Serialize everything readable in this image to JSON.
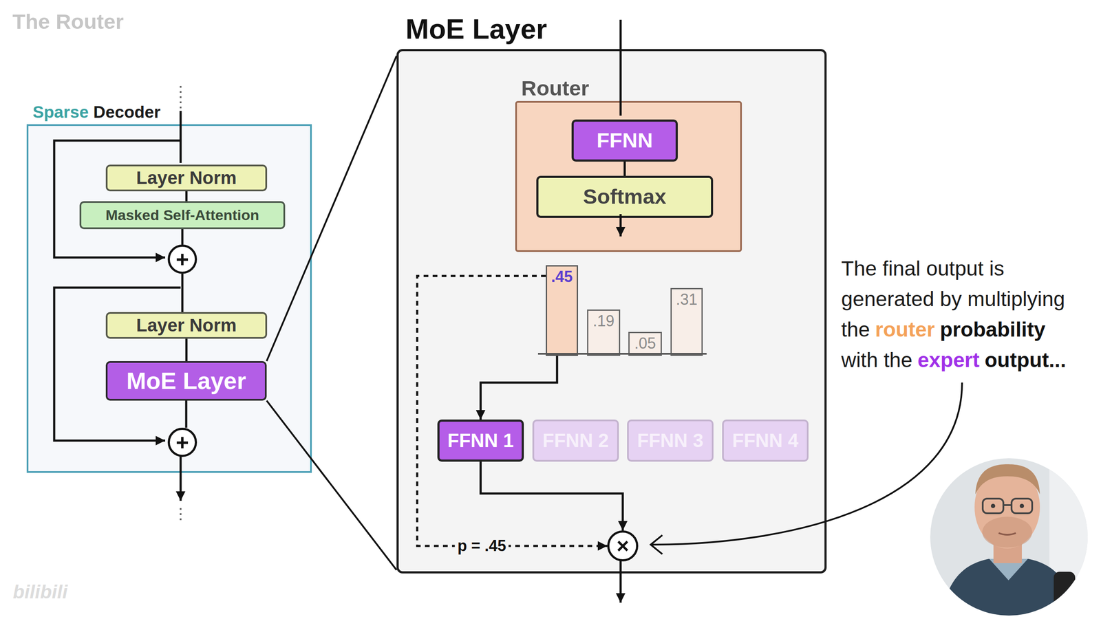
{
  "diagram": {
    "title": "The Router",
    "nodes": [
      {
        "text": [
          "Sparse",
          "Decoder"
        ]
      },
      {
        "text": [
          "Layer Norm"
        ],
        "in": 0
      },
      {
        "text": [
          "Masked Self-Attention"
        ],
        "in": 0
      },
      {
        "text": [
          "+"
        ],
        "in": 0
      },
      {
        "text": [
          "Layer Norm"
        ],
        "in": 0
      },
      {
        "text": [
          "MoE Layer"
        ],
        "in": 0
      },
      {
        "text": [
          "+"
        ],
        "in": 0
      },
      {
        "text": [
          "MoE Layer"
        ]
      },
      {
        "text": [
          "Router"
        ],
        "in": 7
      },
      {
        "text": [
          "FFNN"
        ],
        "in": 8
      },
      {
        "text": [
          "Softmax"
        ],
        "in": 8
      },
      {
        "text": [
          ".45"
        ],
        "in": 7
      },
      {
        "text": [
          ".19"
        ],
        "in": 7
      },
      {
        "text": [
          ".05"
        ],
        "in": 7
      },
      {
        "text": [
          ".31"
        ],
        "in": 7
      },
      {
        "text": [
          "FFNN 1"
        ],
        "in": 7
      },
      {
        "text": [
          "FFNN 2"
        ],
        "in": 7
      },
      {
        "text": [
          "FFNN 3"
        ],
        "in": 7
      },
      {
        "text": [
          "FFNN 4"
        ],
        "in": 7
      },
      {
        "text": [
          "×"
        ],
        "in": 7
      }
    ],
    "edges": [
      {
        "from": 1,
        "to": 2,
        "arrow": "none"
      },
      {
        "from": 2,
        "to": 3,
        "arrow": "none"
      },
      {
        "from": 3,
        "to": 4,
        "arrow": "none"
      },
      {
        "from": 4,
        "to": 5,
        "arrow": "none"
      },
      {
        "from": 5,
        "to": 6,
        "arrow": "none"
      },
      {
        "from": 5,
        "to": 7,
        "arrow": "none"
      },
      {
        "from": 5,
        "to": 7,
        "arrow": "none"
      },
      {
        "from": 9,
        "to": 10,
        "arrow": "none"
      },
      {
        "from": 11,
        "to": 15,
        "arrow": "to"
      },
      {
        "from": 15,
        "to": 19,
        "arrow": "to"
      },
      {
        "from": 11,
        "to": 19,
        "label": "p = .45",
        "arrow": "to"
      }
    ],
    "labels": [
      "The final output is",
      "generated by multiplying",
      "the",
      "router",
      "probability",
      "with the",
      "expert",
      "output...",
      "bilibili"
    ]
  }
}
